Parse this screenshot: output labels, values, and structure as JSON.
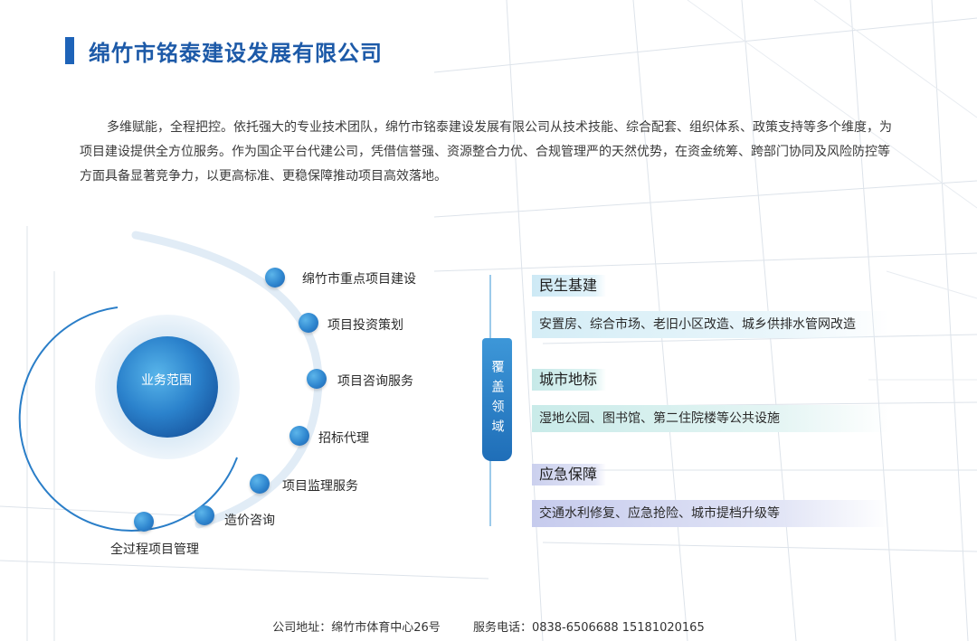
{
  "header": {
    "title": "绵竹市铭泰建设发展有限公司"
  },
  "intro": {
    "text": "多维赋能，全程把控。依托强大的专业技术团队，绵竹市铭泰建设发展有限公司从技术技能、综合配套、组织体系、政策支持等多个维度，为项目建设提供全方位服务。作为国企平台代建公司，凭借信誉强、资源整合力优、合规管理严的天然优势，在资金统筹、跨部门协同及风险防控等方面具备显著竞争力，以更高标准、更稳保障推动项目高效落地。"
  },
  "diagram": {
    "center_label": "业务范围",
    "services": [
      {
        "label": "绵竹市重点项目建设"
      },
      {
        "label": "项目投资策划"
      },
      {
        "label": "项目咨询服务"
      },
      {
        "label": "招标代理"
      },
      {
        "label": "项目监理服务"
      },
      {
        "label": "造价咨询"
      },
      {
        "label": "全过程项目管理"
      }
    ],
    "cover_label": "覆盖领域",
    "categories": [
      {
        "title": "民生基建",
        "body": "安置房、综合市场、老旧小区改造、城乡供排水管网改造"
      },
      {
        "title": "城市地标",
        "body": "湿地公园、图书馆、第二住院楼等公共设施"
      },
      {
        "title": "应急保障",
        "body": "交通水利修复、应急抢险、城市提档升级等"
      }
    ],
    "colors": {
      "accent": "#1e63b8",
      "category_1": "#d3ecf6",
      "category_2": "#c9ebe9",
      "category_3": "#cfd2ef"
    }
  },
  "footer": {
    "address": "公司地址：绵竹市体育中心26号",
    "phone": "服务电话：0838-6506688  15181020165"
  }
}
